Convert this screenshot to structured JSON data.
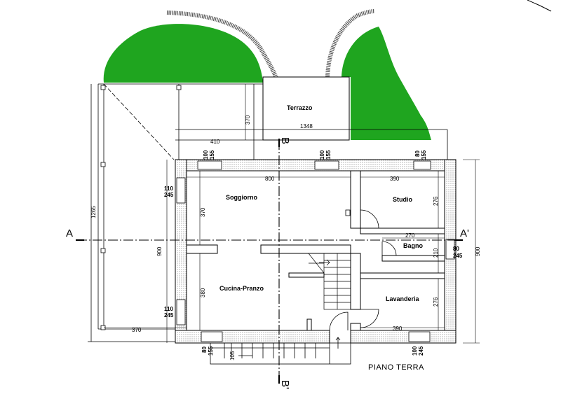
{
  "plan_title": "PIANO TERRA",
  "rooms": {
    "terrazzo": "Terrazzo",
    "soggiorno": "Soggiorno",
    "studio": "Studio",
    "bagno": "Bagno",
    "cucina_pranzo": "Cucina-Pranzo",
    "lavanderia": "Lavanderia"
  },
  "section_marks": {
    "a_left": "A",
    "a_right": "A'",
    "b_top": "B",
    "b_bottom": "B'"
  },
  "dimensions": {
    "terrace_width": "1348",
    "terrace_depth": "370",
    "porch_width_top": "410",
    "porch_width_bottom": "370",
    "porch_depth": "1265",
    "house_depth_left": "900",
    "house_depth_right": "900",
    "soggiorno_width": "800",
    "studio_width": "390",
    "bagno_width": "270",
    "lavanderia_width": "390",
    "soggiorno_height": "370",
    "cucina_height": "380",
    "studio_height": "276",
    "lavanderia_height": "276",
    "bagno_height": "210",
    "entry_step": "105"
  },
  "windows": {
    "top_1": [
      "100",
      "155"
    ],
    "top_2": [
      "100",
      "155"
    ],
    "top_3": [
      "80",
      "155"
    ],
    "left_1": [
      "110",
      "245"
    ],
    "left_2": [
      "110",
      "245"
    ],
    "right_1": [
      "80",
      "245"
    ],
    "bottom_1": [
      "80",
      "155"
    ],
    "bottom_2": [
      "100",
      "245"
    ]
  },
  "colors": {
    "vegetation": "#1fa51f",
    "lines": "#000000",
    "wall_hatch": "#b5b5b5"
  }
}
